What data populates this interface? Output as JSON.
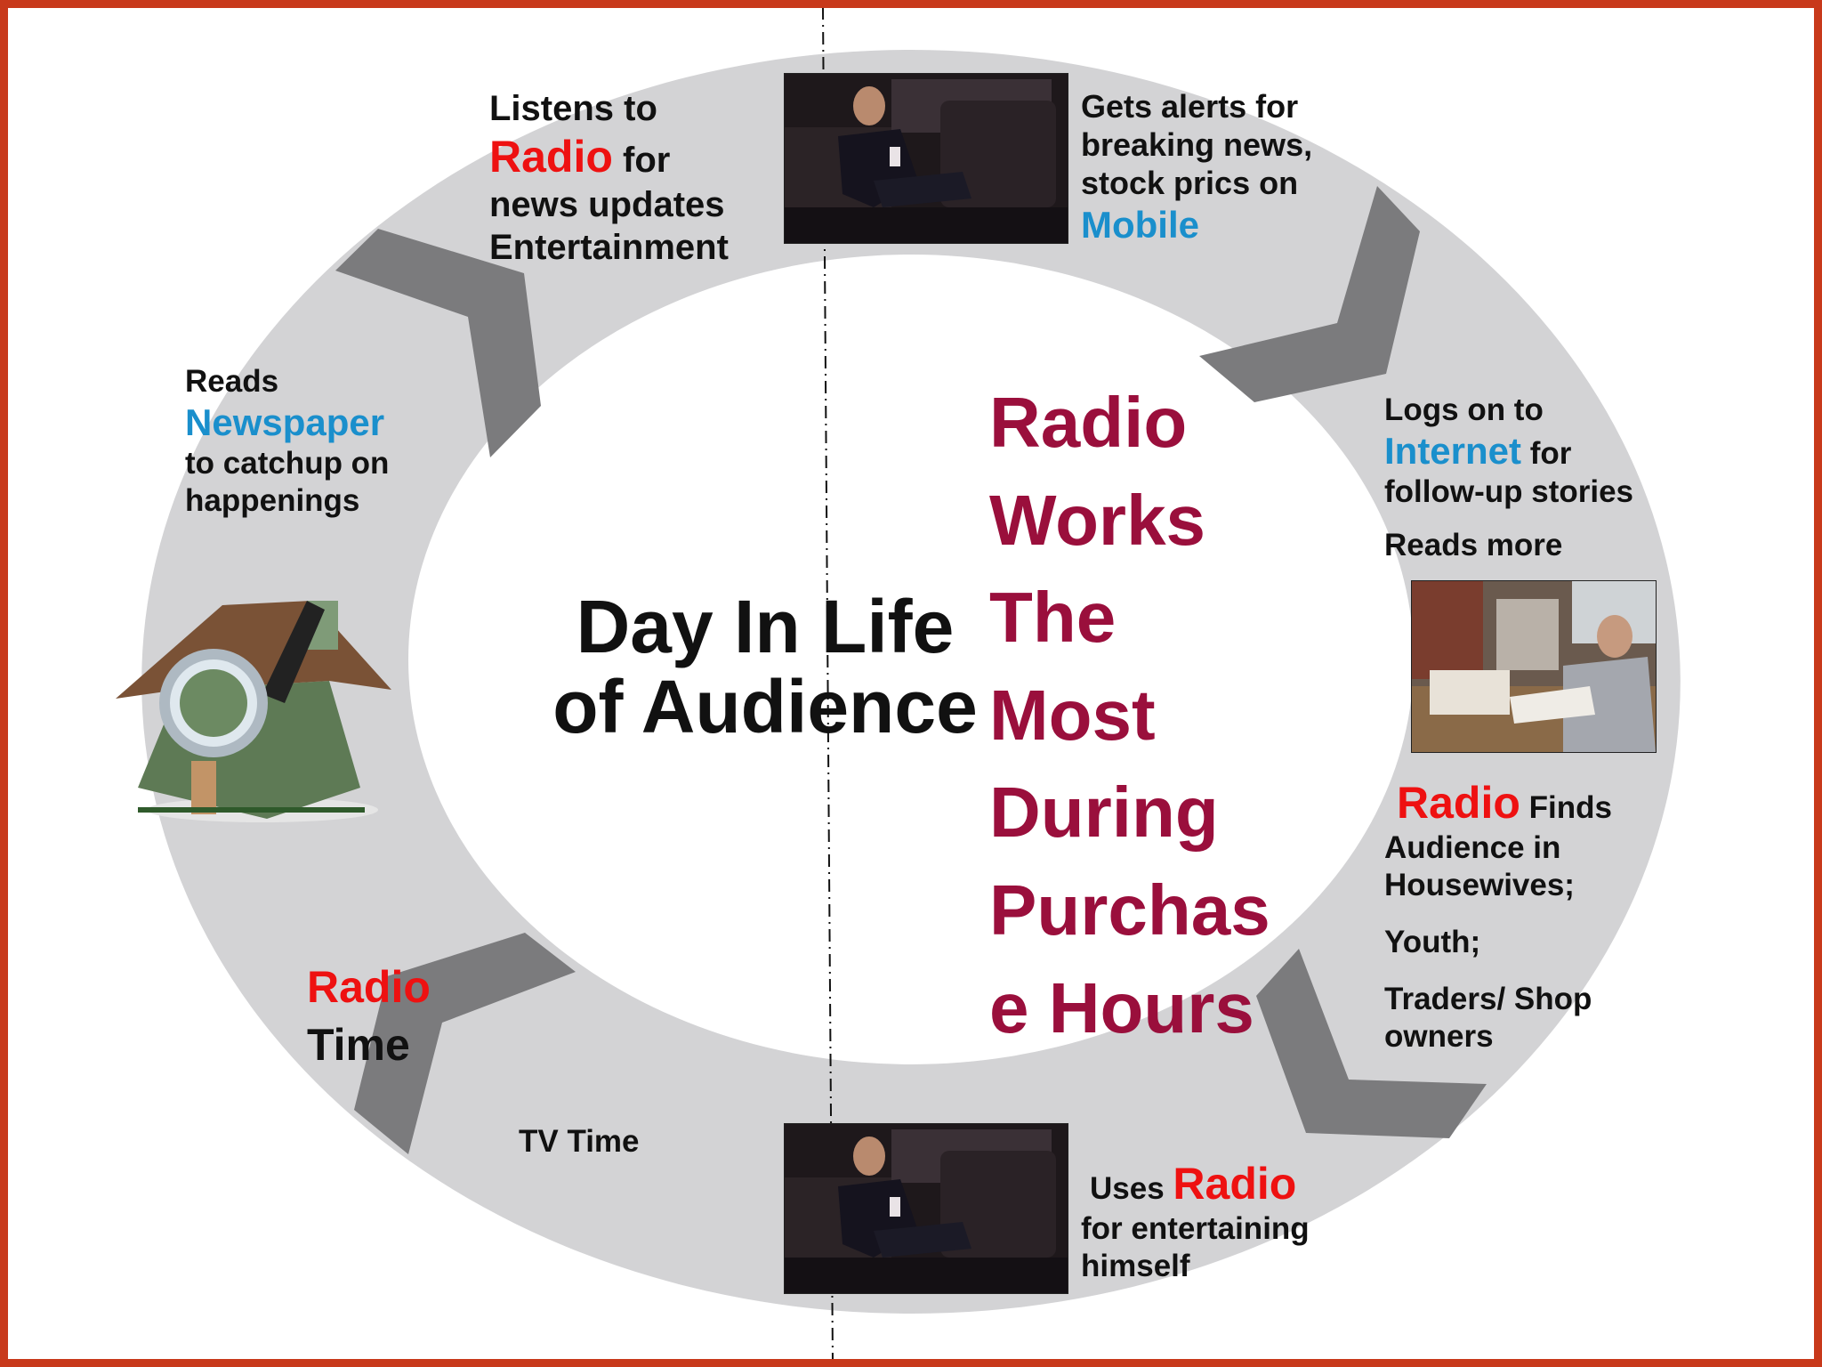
{
  "center_title": [
    "Day In Life",
    "of Audience"
  ],
  "headline": [
    "Radio",
    "Works",
    "The",
    "Most",
    "During",
    "Purchas",
    "e Hours"
  ],
  "colors": {
    "frame": "#c8391b",
    "ring": "#d3d3d5",
    "arrow": "#7b7b7d",
    "medium_red": "#ee1111",
    "medium_blue": "#1a8fcc",
    "headline": "#9a0f3c"
  },
  "steps": {
    "radio_news": {
      "line1": "Listens to",
      "medium": "Radio",
      "after": "for",
      "line3": "news updates",
      "line4": "Entertainment"
    },
    "mobile": {
      "line1": "Gets alerts for",
      "line2": "breaking news,",
      "line3": "stock prics on",
      "medium": "Mobile"
    },
    "internet": {
      "line1": "Logs on to",
      "medium": "Internet",
      "after": "for",
      "line3": "follow-up stories",
      "line4": "Reads more"
    },
    "radio_audience": {
      "medium": "Radio",
      "after": "Finds",
      "line2": "Audience in",
      "line3": "Housewives;",
      "line4": "Youth;",
      "line5": "Traders/ Shop",
      "line6": "owners"
    },
    "radio_entertain": {
      "before": "Uses",
      "medium": "Radio",
      "line2": "for entertaining",
      "line3": "himself"
    },
    "tv": {
      "label": "TV Time"
    },
    "radio_time": {
      "medium": "Radio",
      "line2": "Time"
    },
    "newspaper": {
      "line1": "Reads",
      "medium": "Newspaper",
      "line3": "to catchup on",
      "line4": "happenings"
    }
  },
  "images": {
    "car_passenger_top": "man on phone in car back seat",
    "car_passenger_bottom": "man on phone in car back seat",
    "office_worker": "man at desk reading newspaper",
    "house": "house with magnifying glass"
  }
}
